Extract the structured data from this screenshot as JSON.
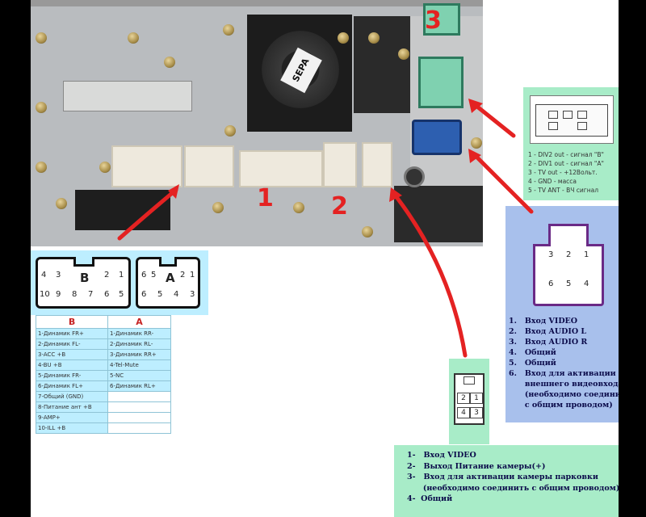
{
  "photo": {
    "fan_label": "SEPA",
    "numbers": [
      "1",
      "2",
      "3"
    ]
  },
  "green_panel": {
    "lines": [
      "1 - DIV2 out - сигнал \"B\"",
      "2 - DIV1 out - сигнал \"A\"",
      "3 - TV out - +12Вольт.",
      "4 - GND - масса",
      "5 - TV ANT - ВЧ сигнал"
    ]
  },
  "blue_panel": {
    "pins": [
      "3",
      "2",
      "1",
      "6",
      "5",
      "4"
    ],
    "lines": [
      "1.   Вход VIDEO",
      "2.   Вход AUDIO L",
      "3.   Вход AUDIO R",
      "4.   Общий",
      "5.   Общий",
      "6.   Вход для активации",
      "      внешнего видеовхода",
      "      (необходимо соединить",
      "      с общим проводом)"
    ]
  },
  "ab_connector": {
    "b_letter": "B",
    "a_letter": "A",
    "b_top": [
      "4",
      "3",
      "2",
      "1"
    ],
    "b_bottom": [
      "10",
      "9",
      "8",
      "7",
      "6",
      "5"
    ],
    "a_top": [
      "6",
      "5",
      "2",
      "1"
    ],
    "a_bottom": [
      "6",
      "5",
      "4",
      "3"
    ]
  },
  "pin_table": {
    "headers": [
      "B",
      "A"
    ],
    "rows": [
      [
        "1-Динамик FR+",
        "1-Динамик RR-"
      ],
      [
        "2-Динамик FL-",
        "2-Динамик RL-"
      ],
      [
        "3-ACC +B",
        "3-Динамик RR+"
      ],
      [
        "4-BU +B",
        "4-Tel-Mute"
      ],
      [
        "5-Динамик FR-",
        "5-NC"
      ],
      [
        "6-Динамик FL+",
        "6-Динамик RL+"
      ],
      [
        "7-Общий (GND)",
        ""
      ],
      [
        "8-Питание ант +B",
        ""
      ],
      [
        "9-AMP+",
        ""
      ],
      [
        "10-ILL +B",
        ""
      ]
    ]
  },
  "camera_connector": {
    "cells": [
      "2",
      "1",
      "4",
      "3"
    ]
  },
  "camera_list": {
    "lines": [
      "1-   Вход VIDEO",
      "2-   Выход Питание камеры(+)",
      "3-   Вход для активации камеры парковки",
      "      (необходимо соединить с общим проводом)",
      "4-  Общий"
    ]
  },
  "colors": {
    "arrow": "#e42222",
    "green_panel": "#a8ecc8",
    "blue_panel": "#a8c0ec",
    "ab_panel": "#bdeeff"
  }
}
